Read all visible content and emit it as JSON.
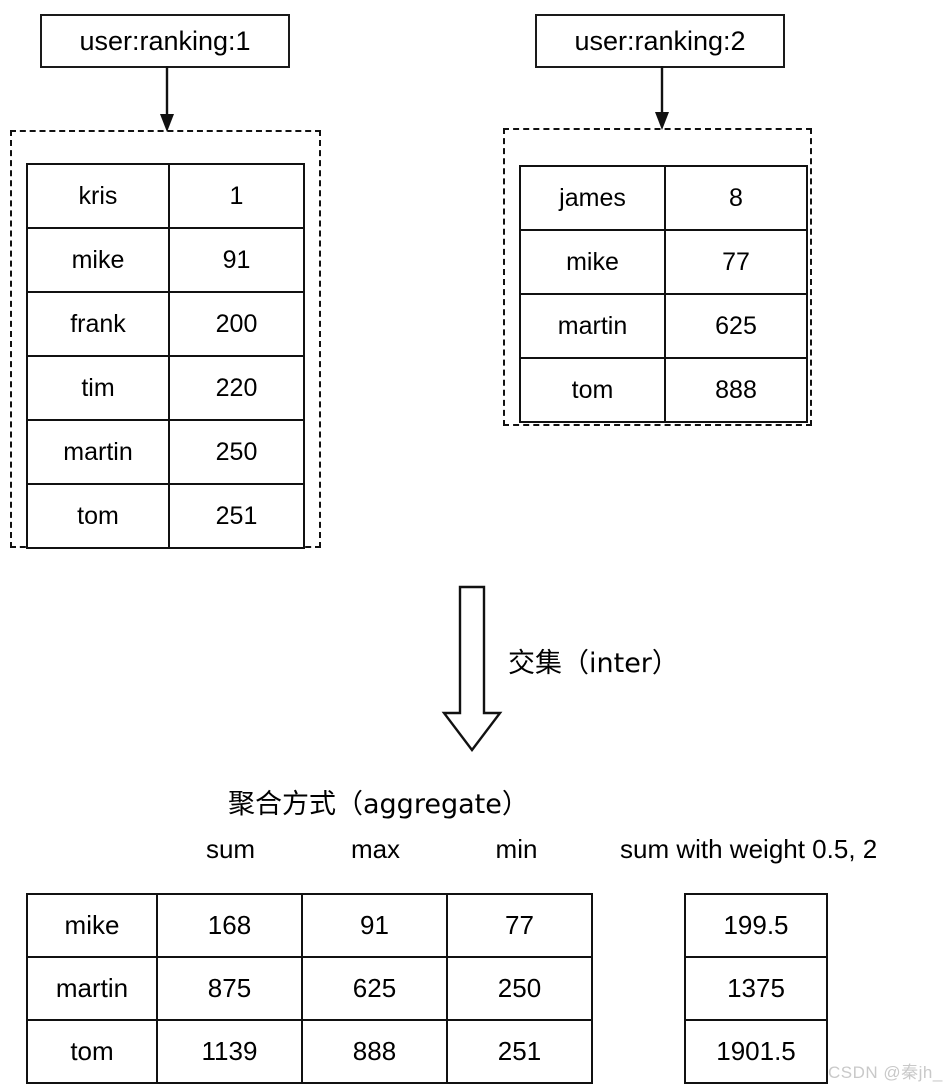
{
  "diagram": {
    "title_inter": "交集（inter）",
    "title_aggregate": "聚合方式（aggregate）"
  },
  "sets": [
    {
      "key_label": "user:ranking:1",
      "members": [
        {
          "name": "kris",
          "score": "1"
        },
        {
          "name": "mike",
          "score": "91"
        },
        {
          "name": "frank",
          "score": "200"
        },
        {
          "name": "tim",
          "score": "220"
        },
        {
          "name": "martin",
          "score": "250"
        },
        {
          "name": "tom",
          "score": "251"
        }
      ]
    },
    {
      "key_label": "user:ranking:2",
      "members": [
        {
          "name": "james",
          "score": "8"
        },
        {
          "name": "mike",
          "score": "77"
        },
        {
          "name": "martin",
          "score": "625"
        },
        {
          "name": "tom",
          "score": "888"
        }
      ]
    }
  ],
  "aggregate": {
    "column_headers": [
      "sum",
      "max",
      "min"
    ],
    "weight_header": "sum with weight 0.5, 2",
    "rows": [
      {
        "name": "mike",
        "sum": "168",
        "max": "91",
        "min": "77",
        "weighted": "199.5"
      },
      {
        "name": "martin",
        "sum": "875",
        "max": "625",
        "min": "250",
        "weighted": "1375"
      },
      {
        "name": "tom",
        "sum": "1139",
        "max": "888",
        "min": "251",
        "weighted": "1901.5"
      }
    ]
  },
  "watermark": {
    "text": "CSDN @秦jh_"
  },
  "colors": {
    "stroke": "#111111",
    "background": "#ffffff",
    "watermark": "#c9c9c9",
    "artifact": "#bfe9ee"
  }
}
